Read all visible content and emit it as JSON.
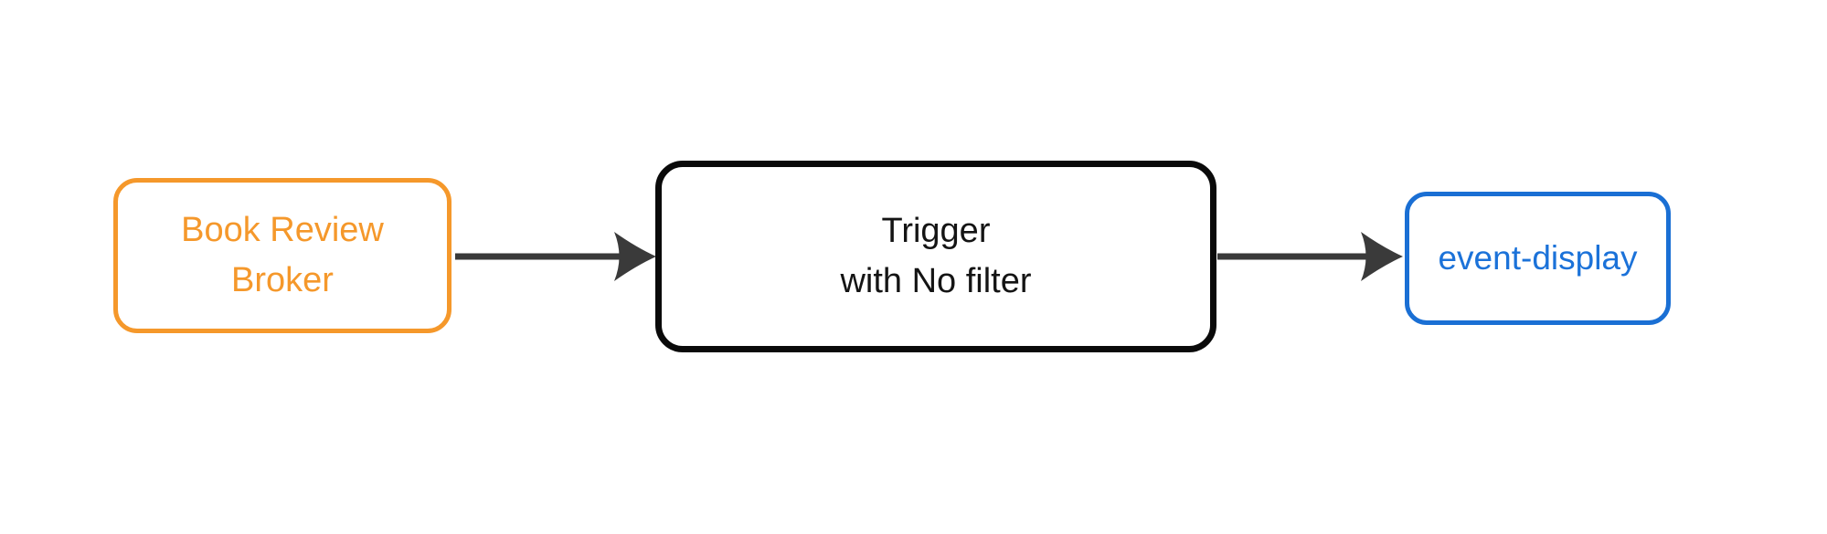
{
  "diagram": {
    "background_color": "#ffffff",
    "nodes": {
      "broker": {
        "label_lines": [
          "Book Review",
          "Broker"
        ],
        "text_color": "#f5982b",
        "border_color": "#f5982b",
        "fill_color": "#ffffff"
      },
      "trigger": {
        "label_lines": [
          "Trigger",
          "with No filter"
        ],
        "text_color": "#141414",
        "border_color": "#0a0a0a",
        "fill_color": "#ffffff"
      },
      "event_display": {
        "label_lines": [
          "event-display"
        ],
        "text_color": "#1b72d9",
        "border_color": "#1a6fd4",
        "fill_color": "#ffffff"
      }
    },
    "edges": [
      {
        "from": "broker",
        "to": "trigger",
        "color": "#3a3a3a",
        "style": "solid-arrow"
      },
      {
        "from": "trigger",
        "to": "event_display",
        "color": "#3a3a3a",
        "style": "solid-arrow"
      }
    ]
  }
}
